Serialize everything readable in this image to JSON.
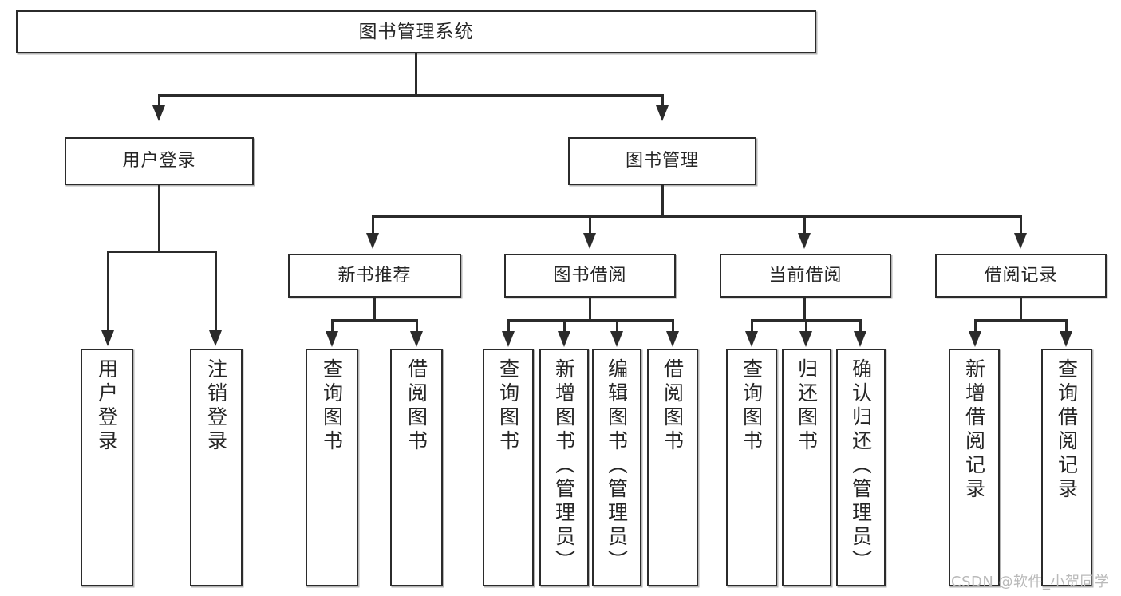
{
  "diagram": {
    "title": "图书管理系统",
    "type": "tree-hierarchy-chart",
    "root": {
      "label": "图书管理系统"
    },
    "level2": [
      {
        "label": "用户登录"
      },
      {
        "label": "图书管理"
      }
    ],
    "level3": [
      {
        "label": "新书推荐"
      },
      {
        "label": "图书借阅"
      },
      {
        "label": "当前借阅"
      },
      {
        "label": "借阅记录"
      }
    ],
    "leaves": {
      "user_login": [
        {
          "label": "用户登录"
        },
        {
          "label": "注销登录"
        }
      ],
      "new_book_recommend": [
        {
          "label": "查询图书"
        },
        {
          "label": "借阅图书"
        }
      ],
      "book_borrow": [
        {
          "label": "查询图书"
        },
        {
          "label": "新增图书（管理员）"
        },
        {
          "label": "编辑图书（管理员）"
        },
        {
          "label": "借阅图书"
        }
      ],
      "current_borrow": [
        {
          "label": "查询图书"
        },
        {
          "label": "归还图书"
        },
        {
          "label": "确认归还（管理员）"
        }
      ],
      "borrow_records": [
        {
          "label": "新增借阅记录"
        },
        {
          "label": "查询借阅记录"
        }
      ]
    }
  },
  "watermark": {
    "text": "CSDN @软件_小贺同学"
  },
  "colors": {
    "stroke": "#2b2b2b",
    "fill": "#ffffff",
    "text": "#262626",
    "watermark": "#b9b9b9"
  }
}
